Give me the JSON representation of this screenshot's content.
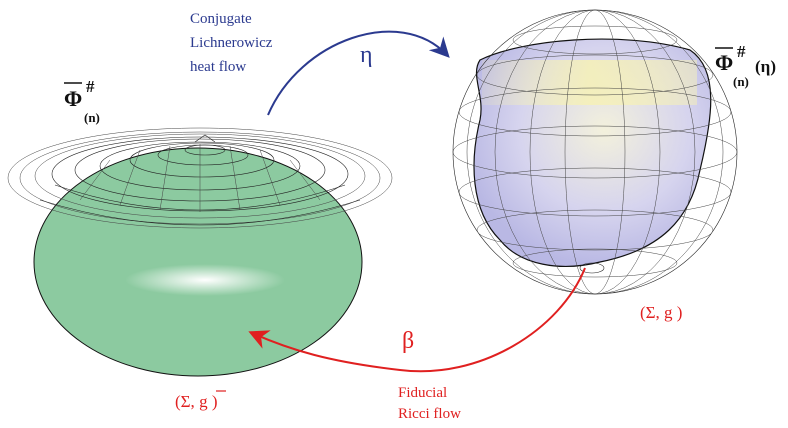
{
  "labels": {
    "conjugate_flow": [
      "Conjugate",
      "Lichnerowicz",
      "heat flow"
    ],
    "eta": "η",
    "beta": "β",
    "fiducial_flow": [
      "Fiducial",
      "Ricci flow"
    ],
    "phi_left": {
      "symbol": "Φ",
      "superscript": "#",
      "subscript": "(n)"
    },
    "phi_right": {
      "symbol": "Φ",
      "superscript": "#",
      "subscript": "(n)",
      "argument": "(η)"
    },
    "sigma_g": "(Σ, g )",
    "sigma_gbar": {
      "open": "(Σ, ",
      "g": "g",
      "close": " )"
    }
  },
  "colors": {
    "blue_arrow": "#2b3a8f",
    "red_arrow": "#e02020",
    "ellipsoid_fill": "#8ccaa0",
    "sphere_fill": "#c9c8ea",
    "sphere_highlight": "#f4f0b0"
  }
}
